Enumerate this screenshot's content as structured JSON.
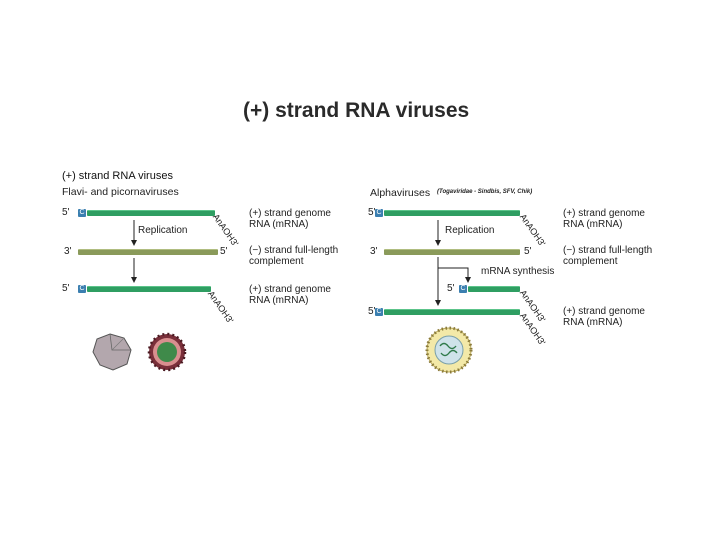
{
  "title": "(+) strand RNA viruses",
  "left": {
    "heading": "(+) strand RNA viruses",
    "subheading": "Flavi- and picornaviruses",
    "five_prime": "5'",
    "three_prime": "3'",
    "cap": "C",
    "tail": "AnAOH3'",
    "step1": "Replication",
    "label_top": [
      "(+) strand genome",
      "RNA (mRNA)"
    ],
    "label_mid": [
      "(−) strand full-length",
      "complement"
    ],
    "label_bot": [
      "(+) strand genome",
      "RNA (mRNA)"
    ]
  },
  "right": {
    "heading": "Alphaviruses",
    "family_note": "(Togaviridae - Sindbis, SFV, Chik)",
    "five_prime": "5'",
    "three_prime": "3'",
    "cap": "C",
    "tail": "AnAOH3'",
    "step1": "Replication",
    "step2": "mRNA synthesis",
    "label_top": [
      "(+) strand genome",
      "RNA (mRNA)"
    ],
    "label_mid": [
      "(−) strand full-length",
      "complement"
    ],
    "label_bot": [
      "(+) strand genome",
      "RNA (mRNA)"
    ]
  },
  "colors": {
    "plus_strand": "#2f9e62",
    "minus_strand": "#8a9a5a",
    "cap": "#3b7fb0"
  }
}
